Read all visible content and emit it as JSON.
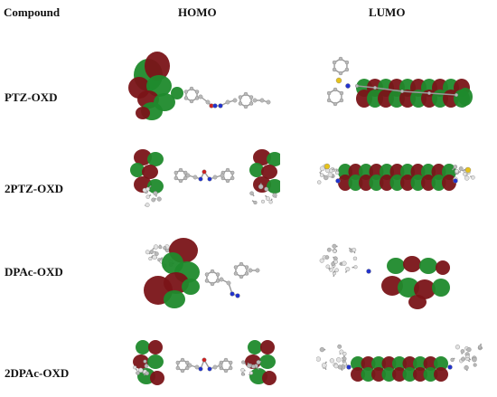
{
  "headers": {
    "compound": "Compound",
    "homo": "HOMO",
    "lumo": "LUMO"
  },
  "rows": [
    {
      "name": "PTZ-OXD"
    },
    {
      "name": "2PTZ-OXD"
    },
    {
      "name": "DPAc-OXD"
    },
    {
      "name": "2DPAc-OXD"
    }
  ],
  "colors": {
    "lobe_red": "#7a1418",
    "lobe_green": "#1f8a2c",
    "carbon": "#b9b9b9",
    "hydrogen": "#e2e2e2",
    "bond": "#9a9a9a",
    "nitrogen": "#2233cc",
    "oxygen": "#cc2222",
    "sulfur": "#e6c21a"
  }
}
